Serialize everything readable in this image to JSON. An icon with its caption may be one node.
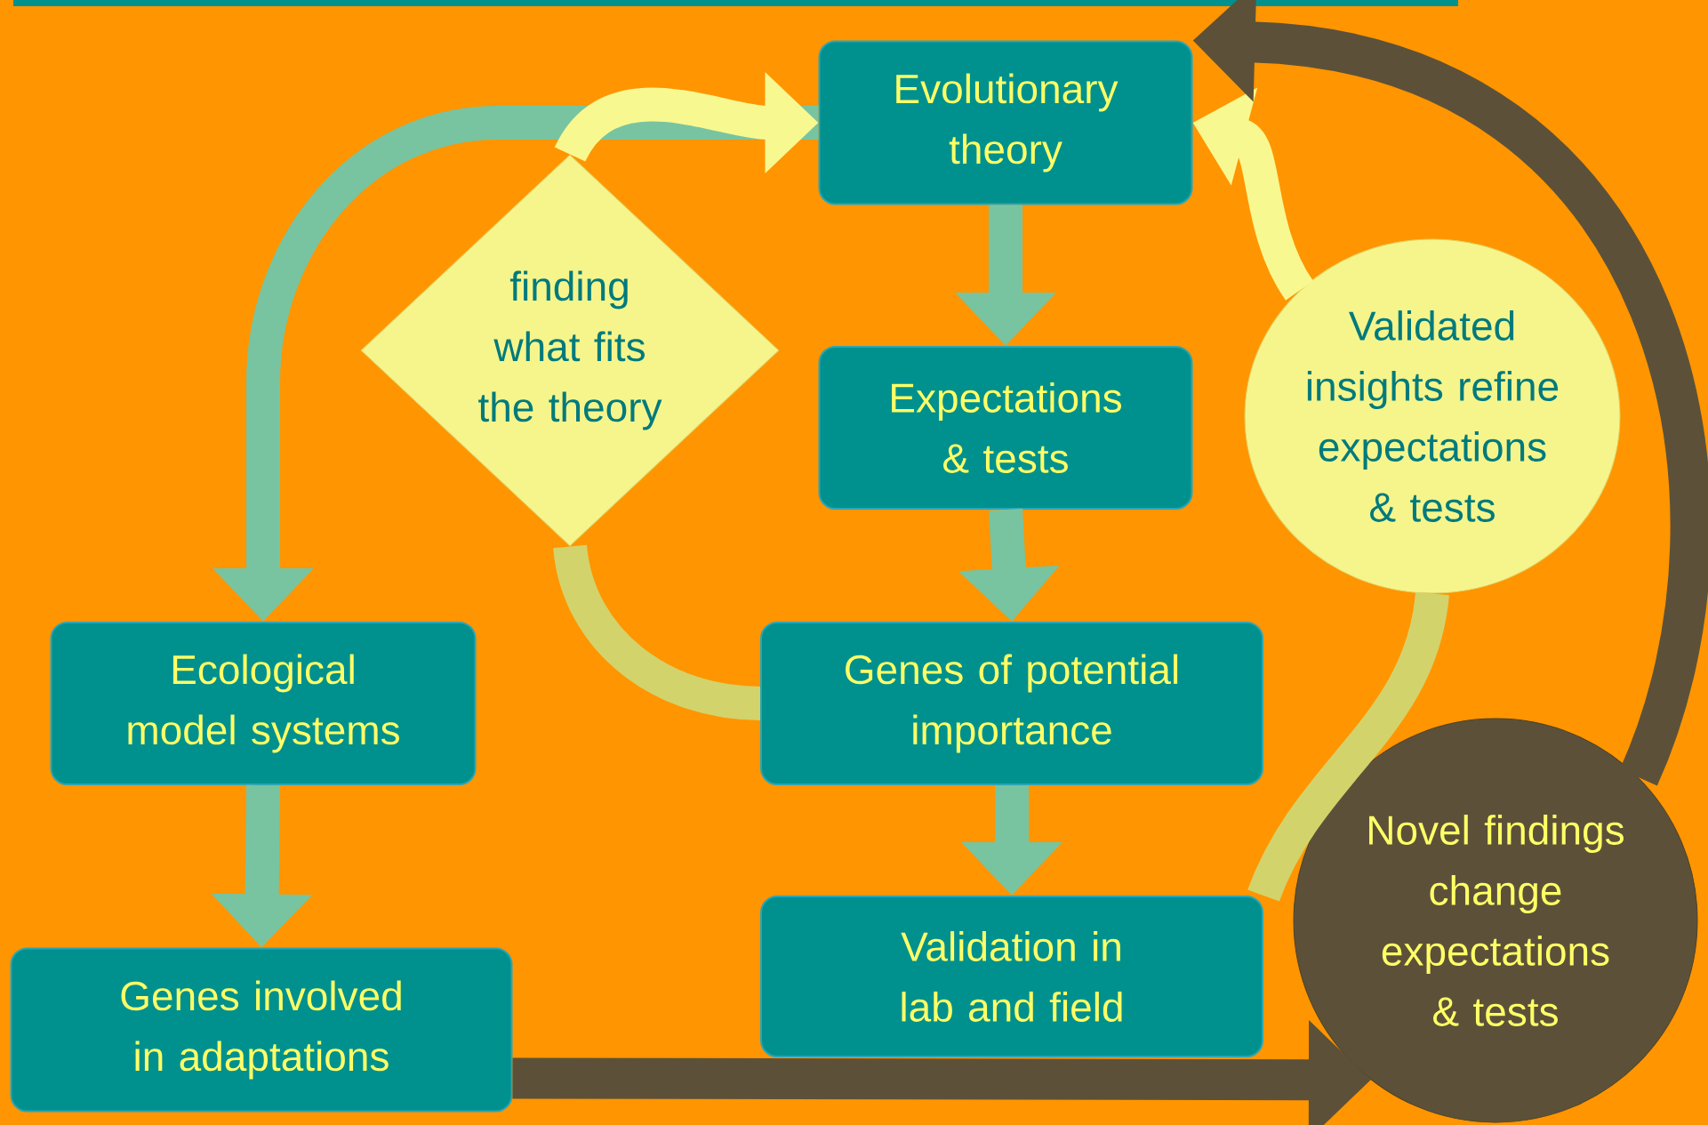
{
  "diagram": {
    "nodes": [
      {
        "text": [
          "Evolutionary theory"
        ]
      },
      {
        "text": [
          "finding what fits the theory"
        ]
      },
      {
        "text": [
          "Expectations & tests"
        ]
      },
      {
        "text": [
          "Validated insights refine expectations & tests"
        ]
      },
      {
        "text": [
          "Ecological model systems"
        ]
      },
      {
        "text": [
          "Genes of potential importance"
        ]
      },
      {
        "text": [
          "Novel findings change expectations & tests"
        ]
      },
      {
        "text": [
          "Genes involved in adaptations"
        ]
      },
      {
        "text": [
          "Validation in lab and field"
        ]
      }
    ],
    "edges": [
      {
        "from": 0,
        "to": 2,
        "arrow": "to"
      },
      {
        "from": 2,
        "to": 5,
        "arrow": "to"
      },
      {
        "from": 5,
        "to": 8,
        "arrow": "to"
      },
      {
        "from": 4,
        "to": 7,
        "arrow": "to"
      },
      {
        "from": 0,
        "to": 4,
        "arrow": "to"
      },
      {
        "from": 5,
        "to": 1,
        "arrow": "none",
        "color": "#d3d36b"
      },
      {
        "from": 1,
        "to": 0,
        "arrow": "to",
        "color": "#f8f890"
      },
      {
        "from": 8,
        "to": 3,
        "arrow": "none",
        "color": "#d3d36b"
      },
      {
        "from": 3,
        "to": 0,
        "arrow": "to",
        "color": "#f8f890"
      },
      {
        "from": 7,
        "to": 6,
        "arrow": "to",
        "color": "#5c5138"
      },
      {
        "from": 6,
        "to": 0,
        "arrow": "to",
        "color": "#5c5138"
      }
    ]
  }
}
